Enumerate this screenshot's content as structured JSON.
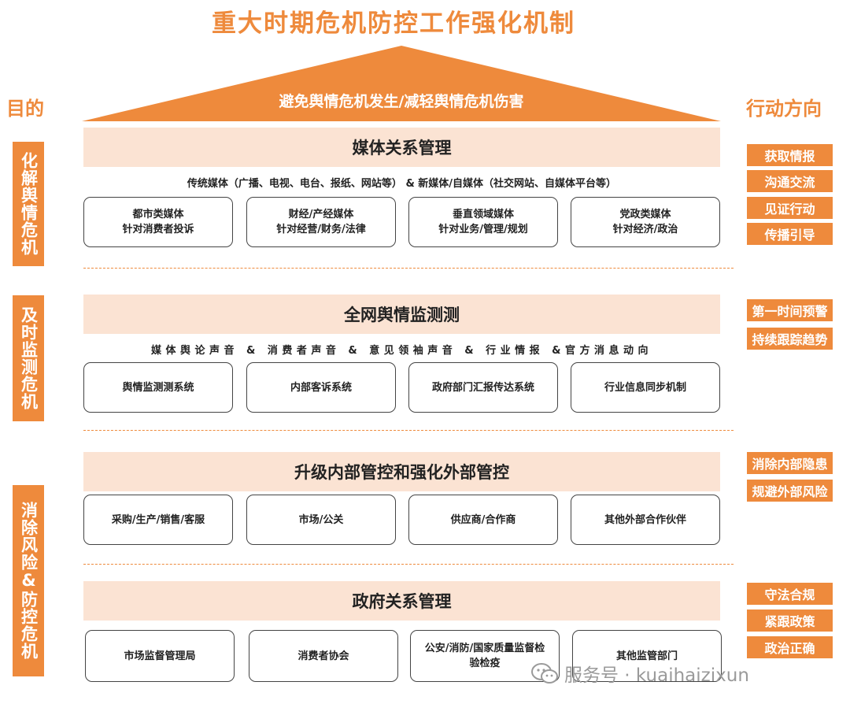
{
  "title": "重大时期危机防控工作强化机制",
  "roof_text": "避免舆情危机发生/减轻舆情危机伤害",
  "left_header": "目的",
  "right_header": "行动方向",
  "purposes": [
    "化解舆情危机",
    "及时监测危机",
    "消除风险&防控危机"
  ],
  "sections": [
    {
      "title": "媒体关系管理",
      "subtitle": "传统媒体（广播、电视、电台、报纸、网站等） &  新媒体/自媒体（社交网站、自媒体平台等）",
      "boxes": [
        {
          "line1": "都市类媒体",
          "line2": "针对消费者投诉"
        },
        {
          "line1": "财经/产经媒体",
          "line2": "针对经营/财务/法律"
        },
        {
          "line1": "垂直领域媒体",
          "line2": "针对业务/管理/规划"
        },
        {
          "line1": "党政类媒体",
          "line2": "针对经济/政治"
        }
      ],
      "actions": [
        "获取情报",
        "沟通交流",
        "见证行动",
        "传播引导"
      ]
    },
    {
      "title": "全网舆情监测测",
      "subtitle": "媒体舆论声音 & 消费者声音 & 意见领袖声音 & 行业情报 &官方消息动向",
      "boxes": [
        {
          "line1": "舆情监测测系统",
          "line2": ""
        },
        {
          "line1": "内部客诉系统",
          "line2": ""
        },
        {
          "line1": "政府部门汇报传达系统",
          "line2": ""
        },
        {
          "line1": "行业信息同步机制",
          "line2": ""
        }
      ],
      "actions": [
        "第一时间预警",
        "持续跟踪趋势"
      ]
    },
    {
      "title": "升级内部管控和强化外部管控",
      "subtitle": "",
      "boxes": [
        {
          "line1": "采购/生产/销售/客服",
          "line2": ""
        },
        {
          "line1": "市场/公关",
          "line2": ""
        },
        {
          "line1": "供应商/合作商",
          "line2": ""
        },
        {
          "line1": "其他外部合作伙伴",
          "line2": ""
        }
      ],
      "actions": [
        "消除内部隐患",
        "规避外部风险"
      ]
    },
    {
      "title": "政府关系管理",
      "subtitle": "",
      "boxes": [
        {
          "line1": "市场监督管理局",
          "line2": ""
        },
        {
          "line1": "消费者协会",
          "line2": ""
        },
        {
          "line1": "公安/消防/国家质量监督检",
          "line2": "验检疫"
        },
        {
          "line1": "其他监管部门",
          "line2": ""
        }
      ],
      "actions": [
        "守法合规",
        "紧跟政策",
        "政治正确"
      ]
    }
  ],
  "watermark": "服务号 · kuaihaizixun",
  "colors": {
    "accent": "#ee8a3c",
    "band": "#fbe3d3"
  }
}
